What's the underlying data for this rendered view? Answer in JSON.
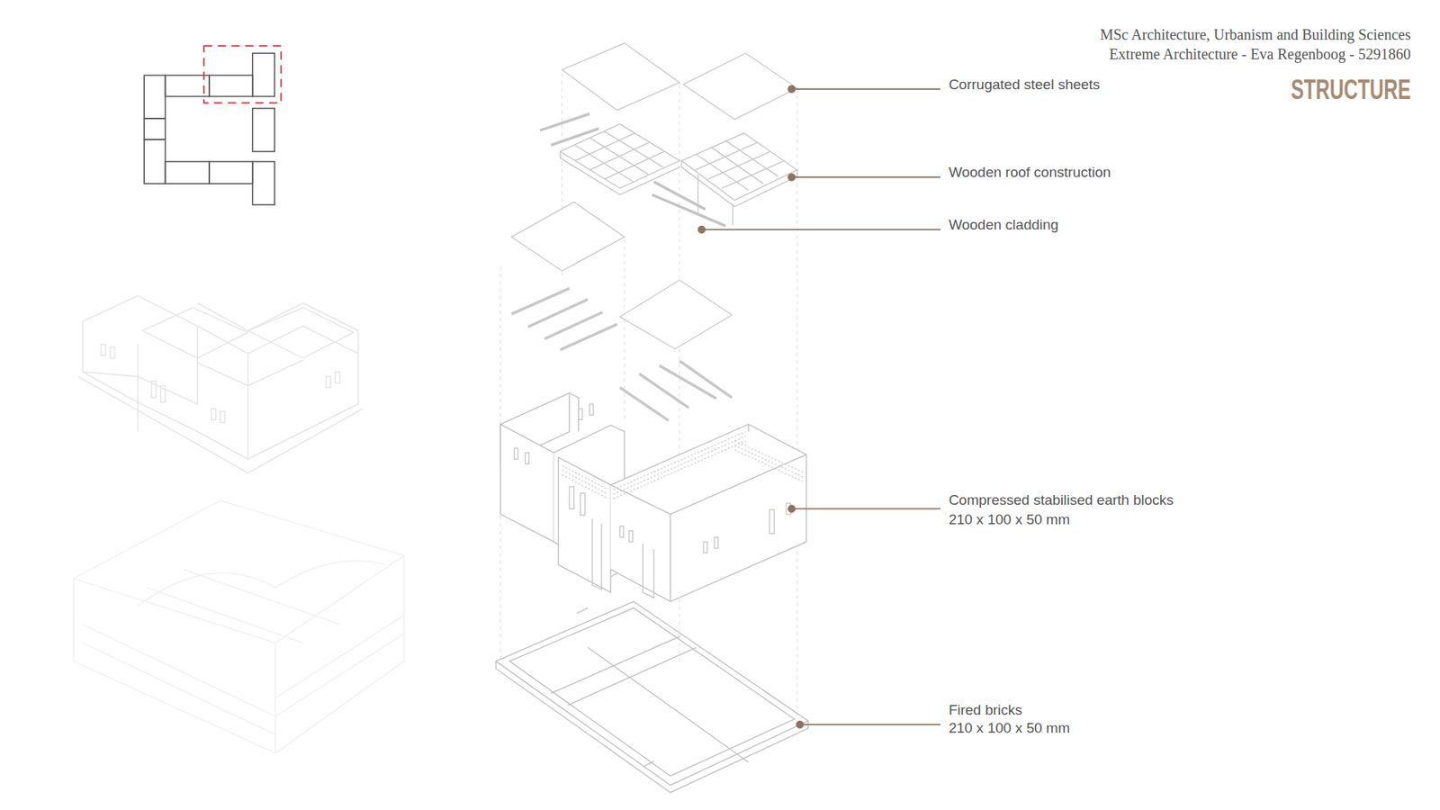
{
  "diagram": {
    "title": "STRUCTURE",
    "labels": [
      "MSc Architecture, Urbanism and Building Sciences",
      "Extreme Architecture - Eva Regenboog - 5291860",
      "Corrugated steel sheets",
      "Wooden roof construction",
      "Wooden cladding",
      "Compressed stabilised earth blocks",
      "210 x 100 x 50 mm",
      "Fired bricks",
      "210 x 100 x 50 mm"
    ]
  }
}
